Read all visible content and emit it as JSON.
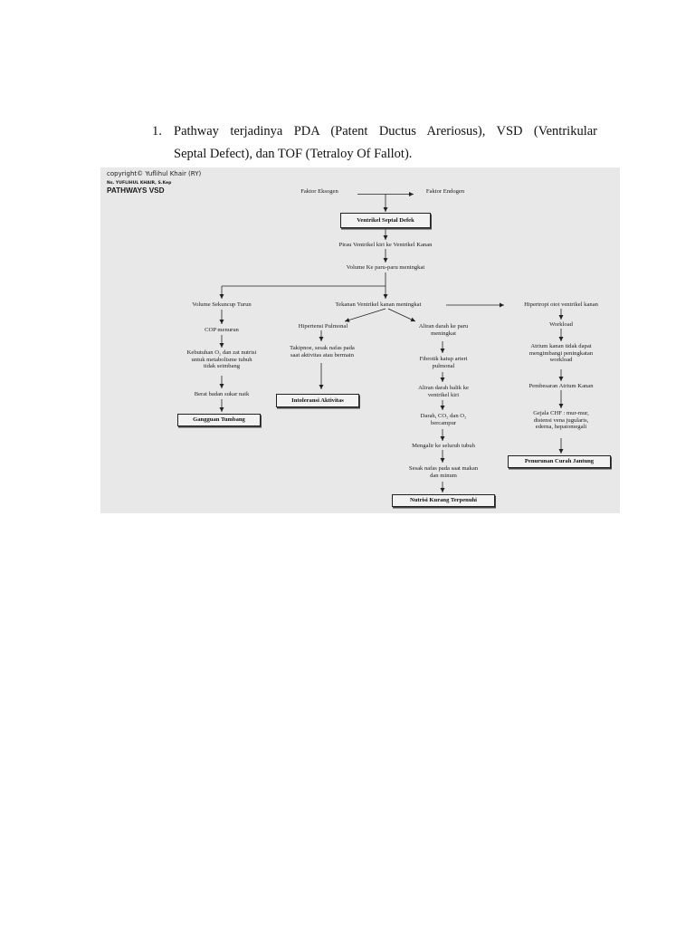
{
  "intro": {
    "number": "1.",
    "line1": "Pathway terjadinya PDA (Patent Ductus Areriosus), VSD (Ventrikular",
    "line2": "Septal Defect), dan TOF (Tetraloy Of Fallot)."
  },
  "diagram": {
    "copyright": "copyright© Yuflihul Khair (RY)",
    "author": "Ns. YUFLIHUL KHAIR, S.Kep",
    "title": "PATHWAYS VSD",
    "faktor_eksogen": "Faktor Eksogen",
    "faktor_endogen": "Faktor Endogen",
    "vsd": "Ventrikel Septal Defek",
    "pirau": "Pirau Ventrikel kiri ke Ventrikel Kanan",
    "volume_paru": "Volume Ke paru-paru meningkat",
    "volume_sekuncup": "Volume Sekuncup Turun",
    "cop_menurun": "COP menurun",
    "kebutuhan_1": "Kebutuhan O₂ dan zat nutrisi",
    "kebutuhan_2": "untuk metabolisme tubuh",
    "kebutuhan_3": "tidak seimbang",
    "berat_badan": "Berat badan sukar naik",
    "gangguan_tumbang": "Gangguan Tumbang",
    "tekanan_ventrikel": "Tekanan Ventrikel kanan meningkat",
    "hipertensi_pulmonal": "Hipertensi Pulmonal",
    "takipnoe_1": "Takipnoe, sesak nafas pada",
    "takipnoe_2": "saat aktivitas atau bermain",
    "intoleransi": "Intoleransi Aktivitas",
    "aliran_paru_1": "Aliran darah ke paru",
    "aliran_paru_2": "meningkat",
    "fibrotik_1": "Fibrotik katup arteri",
    "fibrotik_2": "pulmonal",
    "aliran_balik_1": "Aliran darah balik ke",
    "aliran_balik_2": "ventrikel kiri",
    "darah_1": "Darah, CO₂ dan O₂",
    "darah_2": "bercampur",
    "mengalir": "Mengalir ke seluruh tubuh",
    "sesak_1": "Sesak nafas pada saat makan",
    "sesak_2": "dan minum",
    "nutrisi": "Nutrisi Kurang Terpenuhi",
    "hipertropi": "Hipertropi otot ventrikel kanan",
    "workload": "Workload",
    "atrium_1": "Atrium kanan tidak dapat",
    "atrium_2": "mengimbangi peningkatan",
    "atrium_3": "workload",
    "pembesaran": "Pembesaran Atrium Kanan",
    "gejala_1": "Gejala CHF : mur-mur,",
    "gejala_2": "distensi vena jugularis,",
    "gejala_3": "ederna, hepatomegali",
    "penurunan": "Penurunan Curah Jantung"
  }
}
